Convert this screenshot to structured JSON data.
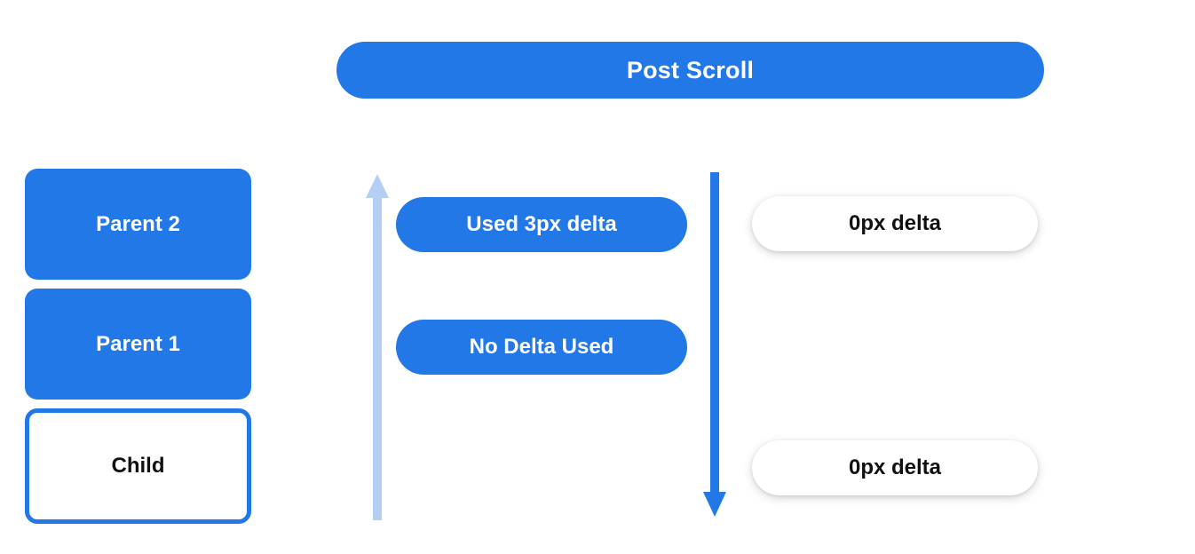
{
  "header": {
    "title": "Post Scroll"
  },
  "node_stack": {
    "items": [
      {
        "label": "Parent 2",
        "style": "filled"
      },
      {
        "label": "Parent 1",
        "style": "filled"
      },
      {
        "label": "Child",
        "style": "outlined"
      }
    ]
  },
  "arrows": {
    "left": {
      "name": "up-arrow-icon",
      "direction": "up",
      "color": "#b5cff4"
    },
    "right": {
      "name": "down-arrow-icon",
      "direction": "down",
      "color": "#2378e8"
    }
  },
  "middle_column": {
    "pills": [
      {
        "label": "Used 3px delta",
        "style": "blue"
      },
      {
        "label": "No Delta Used",
        "style": "blue"
      }
    ]
  },
  "right_column": {
    "pills": [
      {
        "label": "0px delta",
        "style": "white"
      },
      {
        "label": "0px delta",
        "style": "white"
      }
    ]
  },
  "colors": {
    "brand_blue": "#2378e8",
    "light_blue": "#b5cff4",
    "text_dark": "#111111",
    "text_light": "#ffffff",
    "background": "#ffffff"
  }
}
